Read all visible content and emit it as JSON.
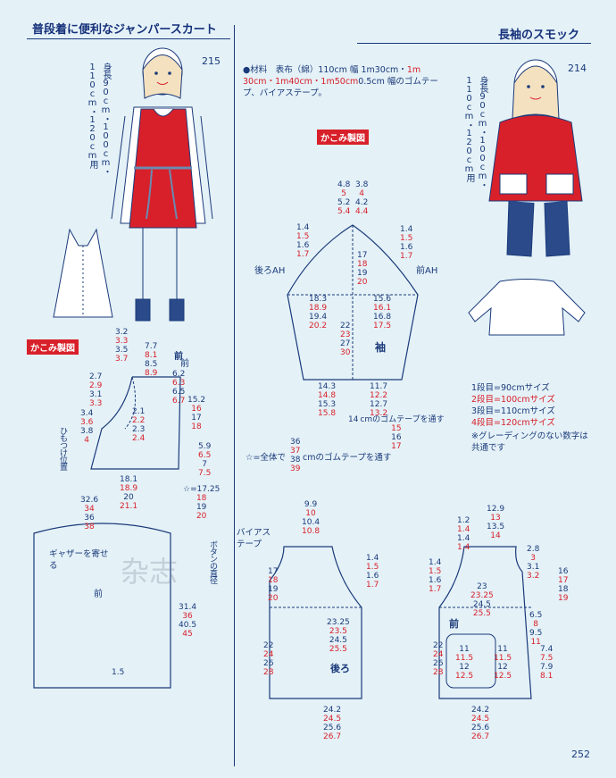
{
  "titles": {
    "left": "普段着に便利なジャンパースカート",
    "right": "長袖のスモック"
  },
  "model_numbers": {
    "left": "215",
    "right": "214"
  },
  "size_range": "身長90cm・100cm・110cm・120cm用",
  "materials": {
    "line1_blue": "●材料　表布（綿）110cm 幅 1m30cm・",
    "line1_red": "1m",
    "line2_red": "30cm・1m40cm・1m50cm",
    "line2_blue": "0.5cm 幅のゴムテー",
    "line3": "プ、バイアステープ。"
  },
  "badges": {
    "kakomi": "かこみ製図"
  },
  "labels": {
    "front": "前",
    "back": "後ろ",
    "sleeve": "袖",
    "back_ah": "後ろAH",
    "front_ah": "前AH",
    "gather": "ギャザーを寄せる",
    "tie_pos": "ひもつけ位置",
    "button_pos": "ボタンの直径",
    "bias": "バイアステープ",
    "elastic1": "cmのゴムテープを通す",
    "elastic2_prefix": "☆=全体で",
    "elastic2_suffix": "cmのゴムテープを通す",
    "star_eq": "☆="
  },
  "size_legend": [
    {
      "text": "1段目=90cmサイズ",
      "red": false
    },
    {
      "text": "2段目=100cmサイズ",
      "red": true
    },
    {
      "text": "3段目=110cmサイズ",
      "red": false
    },
    {
      "text": "4段目=120cmサイズ",
      "red": true
    }
  ],
  "legend_note": "※グレーディングのない数字は共通です",
  "page_number": "252",
  "watermark": "杂志",
  "measurements": {
    "jsk_top": [
      "3.2",
      "3.3",
      "3.5",
      "3.7"
    ],
    "jsk_neck": [
      "7.7",
      "8.1",
      "8.5",
      "8.9"
    ],
    "jsk_shoulder": [
      "6.2",
      "6.3",
      "6.5",
      "6.7"
    ],
    "jsk_side": [
      "15.2",
      "16",
      "17",
      "18"
    ],
    "jsk_left1": [
      "2.7",
      "2.9",
      "3.1",
      "3.3"
    ],
    "jsk_left2": [
      "3.4",
      "3.6",
      "3.8",
      "4"
    ],
    "jsk_mid": [
      "2.1",
      "2.2",
      "2.3",
      "2.4"
    ],
    "jsk_side2": [
      "5.9",
      "6.5",
      "7",
      "7.5"
    ],
    "jsk_waist": [
      "18.1",
      "18.9",
      "20",
      "21.1"
    ],
    "jsk_star": [
      "17.25",
      "18",
      "19",
      "20"
    ],
    "skirt_width": [
      "32.6",
      "34",
      "36",
      "38"
    ],
    "skirt_len": [
      "31.4",
      "36",
      "40.5",
      "45"
    ],
    "skirt_hem": "1.5",
    "slv_top_left": [
      "4.8",
      "5",
      "5.2",
      "5.4"
    ],
    "slv_top_right": [
      "3.8",
      "4",
      "4.2",
      "4.4"
    ],
    "slv_left": [
      "1.4",
      "1.5",
      "1.6",
      "1.7"
    ],
    "slv_right": [
      "1.4",
      "1.5",
      "1.6",
      "1.7"
    ],
    "slv_center": [
      "17",
      "18",
      "19",
      "20"
    ],
    "slv_width_left": [
      "18.3",
      "18.9",
      "19.4",
      "20.2"
    ],
    "slv_width_right": [
      "15.6",
      "16.1",
      "16.8",
      "17.5"
    ],
    "slv_len": [
      "22",
      "23",
      "27",
      "30"
    ],
    "slv_cuff_left": [
      "14.3",
      "14.8",
      "15.3",
      "15.8"
    ],
    "slv_cuff_right": [
      "11.7",
      "12.2",
      "12.7",
      "13.2"
    ],
    "slv_elastic": [
      "14",
      "15",
      "16",
      "17"
    ],
    "slv_total": [
      "36",
      "37",
      "38",
      "39"
    ],
    "back_top": [
      "9.9",
      "10",
      "10.4",
      "10.8"
    ],
    "back_side": [
      "17",
      "18",
      "19",
      "20"
    ],
    "back_arm": [
      "1.4",
      "1.5",
      "1.6",
      "1.7"
    ],
    "back_mid": [
      "23.25",
      "23.5",
      "24.5",
      "25.5"
    ],
    "back_len": [
      "22",
      "24",
      "26",
      "28"
    ],
    "back_hem": [
      "24.2",
      "24.5",
      "25.6",
      "26.7"
    ],
    "front_top": [
      "12.9",
      "13",
      "13.5",
      "14"
    ],
    "front_left1": [
      "1.2",
      "1.4",
      "1.4",
      "1.4"
    ],
    "front_left2": [
      "1.4",
      "1.5",
      "1.6",
      "1.7"
    ],
    "front_neck": [
      "2.8",
      "3",
      "3.1",
      "3.2"
    ],
    "front_side": [
      "16",
      "17",
      "18",
      "19"
    ],
    "front_mid": [
      "23",
      "23.25",
      "24.5",
      "25.5"
    ],
    "front_6": [
      "6.5",
      "8",
      "9.5",
      "11"
    ],
    "front_pocket": [
      "7.4",
      "7.5",
      "7.9",
      "8.1"
    ],
    "front_len": [
      "22",
      "24",
      "26",
      "28"
    ],
    "front_hem": [
      "24.2",
      "24.5",
      "25.6",
      "26.7"
    ],
    "pocket_w": [
      "11",
      "11.5",
      "12",
      "12.5"
    ],
    "pocket_h": [
      "11",
      "11.5",
      "12",
      "12.5"
    ]
  }
}
